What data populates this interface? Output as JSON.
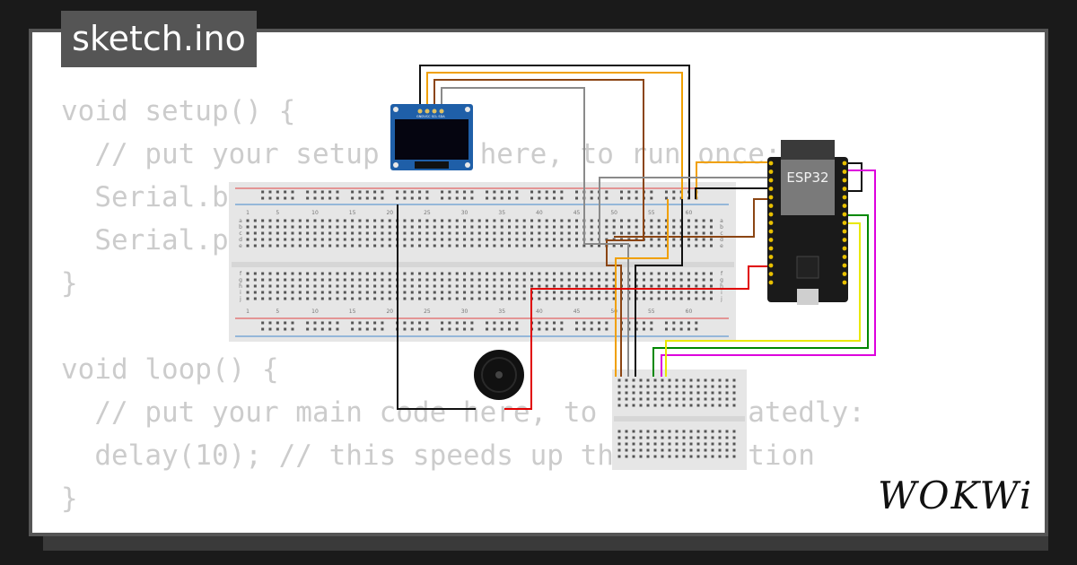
{
  "header": {
    "title": "sketch.ino"
  },
  "code_lines": [
    "void setup() {",
    "  // put your setup code here, to run once:",
    "  Serial.begin(115200);",
    "  Serial.println(\"Hello, ESP32!\");",
    "}",
    "",
    "void loop() {",
    "  // put your main code here, to run repeatedly:",
    "  delay(10); // this speeds up the simulation",
    "}"
  ],
  "parts": {
    "oled": {
      "pins": [
        "GND",
        "VCC",
        "SCL",
        "SDA"
      ]
    },
    "esp32": {
      "label": "ESP32"
    },
    "breadboard": {
      "column_numbers": [
        "1",
        "5",
        "10",
        "15",
        "20",
        "25",
        "30",
        "35",
        "40",
        "45",
        "50",
        "55",
        "60"
      ],
      "row_letters_top": [
        "a",
        "b",
        "c",
        "d",
        "e"
      ],
      "row_letters_bottom": [
        "f",
        "g",
        "h",
        "i",
        "j"
      ]
    }
  },
  "brand": {
    "logo": "WOKWi"
  },
  "colors": {
    "breadboard": "#e8e8e8",
    "rail_red": "#e04444",
    "rail_blue": "#4488cc",
    "oled_board": "#1f5fa8",
    "esp32_board": "#1a1a1a",
    "wire_black": "#111111",
    "wire_orange": "#f0a000",
    "wire_brown": "#8b4513",
    "wire_gray": "#8a8a8a",
    "wire_red": "#e00000",
    "wire_green": "#008800",
    "wire_yellow": "#e8e800",
    "wire_magenta": "#dd00dd"
  }
}
